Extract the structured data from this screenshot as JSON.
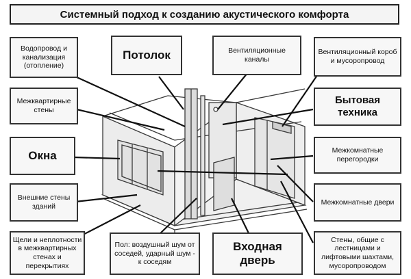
{
  "title": "Системный подход к созданию акустического комфорта",
  "labels": {
    "water_pipes": "Водопровод и канализация (отопление)",
    "ceiling": "Потолок",
    "vent_channels": "Вентиляционные каналы",
    "vent_duct": "Вентиляционный короб и мусоропровод",
    "interapartment_walls": "Межквартирные стены",
    "appliances": "Бытовая техника",
    "windows": "Окна",
    "interroom_partitions": "Межкомнатные перегородки",
    "external_walls": "Внешние стены зданий",
    "interroom_doors": "Межкомнатные двери",
    "gaps": "Щели и неплотности в межквартирных стенах и перекрытиях",
    "floor": "Пол: воздушный шум от соседей, ударный шум - к соседям",
    "entrance_door": "Входная дверь",
    "shared_walls": "Стены, общие с лестницами и лифтовыми шахтами, мусоропроводом"
  },
  "colors": {
    "box_fill": "#f7f7f7",
    "box_border": "#333333",
    "drawing_line": "#3a3a3a",
    "drawing_fill": "#e6e6e6"
  }
}
